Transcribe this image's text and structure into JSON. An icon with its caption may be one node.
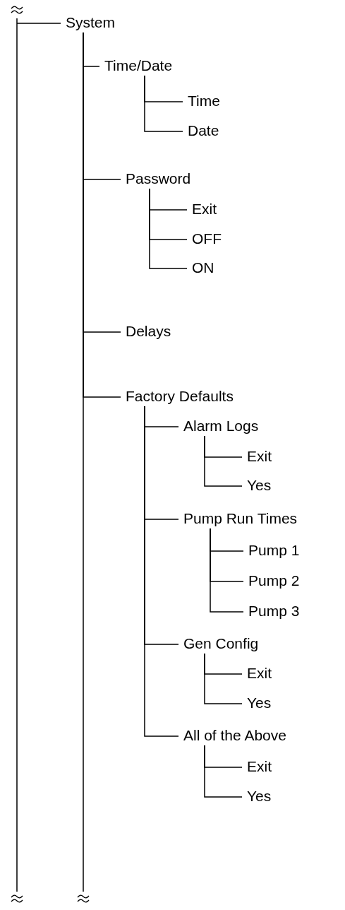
{
  "diagram": {
    "nodes": [
      {
        "text": [
          "System"
        ]
      },
      {
        "text": [
          "Time/Date"
        ]
      },
      {
        "text": [
          "Time"
        ]
      },
      {
        "text": [
          "Date"
        ]
      },
      {
        "text": [
          "Password"
        ]
      },
      {
        "text": [
          "Exit"
        ]
      },
      {
        "text": [
          "OFF"
        ]
      },
      {
        "text": [
          "ON"
        ]
      },
      {
        "text": [
          "Delays"
        ]
      },
      {
        "text": [
          "Factory Defaults"
        ]
      },
      {
        "text": [
          "Alarm Logs"
        ]
      },
      {
        "text": [
          "Exit"
        ]
      },
      {
        "text": [
          "Yes"
        ]
      },
      {
        "text": [
          "Pump Run Times"
        ]
      },
      {
        "text": [
          "Pump 1"
        ]
      },
      {
        "text": [
          "Pump 2"
        ]
      },
      {
        "text": [
          "Pump 3"
        ]
      },
      {
        "text": [
          "Gen Config"
        ]
      },
      {
        "text": [
          "Exit"
        ]
      },
      {
        "text": [
          "Yes"
        ]
      },
      {
        "text": [
          "All of the Above"
        ]
      },
      {
        "text": [
          "Exit"
        ]
      },
      {
        "text": [
          "Yes"
        ]
      }
    ],
    "edges": [
      {
        "from": null,
        "to": 0,
        "arrow": "none"
      },
      {
        "from": 0,
        "to": null,
        "arrow": "none"
      },
      {
        "from": 0,
        "to": 1,
        "arrow": "none"
      },
      {
        "from": 1,
        "to": 2,
        "arrow": "none"
      },
      {
        "from": 1,
        "to": 3,
        "arrow": "none"
      },
      {
        "from": 0,
        "to": 4,
        "arrow": "none"
      },
      {
        "from": 4,
        "to": 5,
        "arrow": "none"
      },
      {
        "from": 4,
        "to": 6,
        "arrow": "none"
      },
      {
        "from": 4,
        "to": 7,
        "arrow": "none"
      },
      {
        "from": 0,
        "to": 8,
        "arrow": "none"
      },
      {
        "from": 0,
        "to": 9,
        "arrow": "none"
      },
      {
        "from": 9,
        "to": 10,
        "arrow": "none"
      },
      {
        "from": 10,
        "to": 11,
        "arrow": "none"
      },
      {
        "from": 10,
        "to": 12,
        "arrow": "none"
      },
      {
        "from": 9,
        "to": 13,
        "arrow": "none"
      },
      {
        "from": 13,
        "to": 14,
        "arrow": "none"
      },
      {
        "from": 13,
        "to": 15,
        "arrow": "none"
      },
      {
        "from": 13,
        "to": 16,
        "arrow": "none"
      },
      {
        "from": 9,
        "to": 17,
        "arrow": "none"
      },
      {
        "from": 17,
        "to": 18,
        "arrow": "none"
      },
      {
        "from": 17,
        "to": 19,
        "arrow": "none"
      },
      {
        "from": 9,
        "to": 20,
        "arrow": "none"
      },
      {
        "from": 20,
        "to": 21,
        "arrow": "none"
      },
      {
        "from": 20,
        "to": 22,
        "arrow": "none"
      }
    ]
  }
}
